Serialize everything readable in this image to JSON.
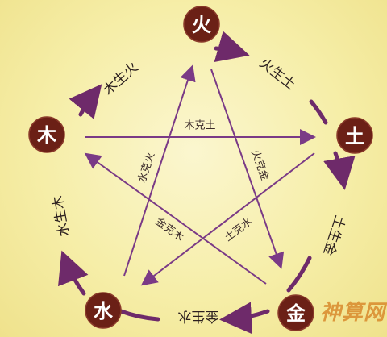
{
  "colors": {
    "arc": "#6e2a6a",
    "star_line": "#7a3a86",
    "element_node": "#6b2016",
    "element_text": "#ffffff",
    "watermark": "#d98a2c"
  },
  "elements": {
    "fire": "火",
    "earth": "土",
    "metal": "金",
    "water": "水",
    "wood": "木"
  },
  "generation": {
    "wood_fire": "木生火",
    "fire_earth": "火生土",
    "earth_metal": "土生金",
    "metal_water": "金生水",
    "water_wood": "水生木"
  },
  "control": {
    "wood_earth": "木克土",
    "fire_metal": "火克金",
    "earth_water": "土克水",
    "metal_wood": "金克木",
    "water_fire": "水克火"
  },
  "watermark": {
    "char1": "神",
    "char2": "算",
    "char3": "网"
  }
}
